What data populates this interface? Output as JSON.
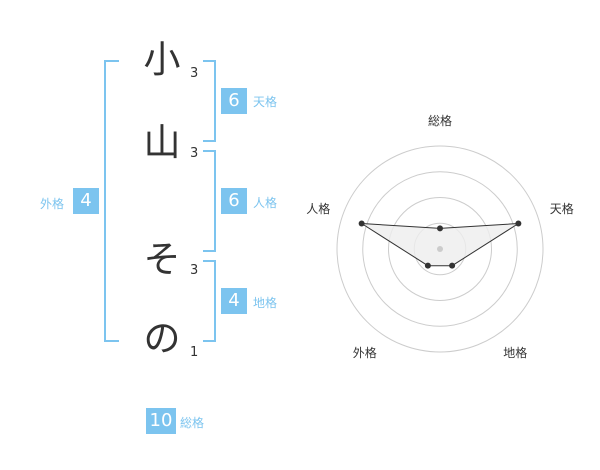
{
  "name": {
    "chars": [
      "小",
      "山",
      "そ",
      "の"
    ],
    "strokes": [
      "3",
      "3",
      "3",
      "1"
    ]
  },
  "fortunes": {
    "tenkaku": {
      "label": "天格",
      "value": "6"
    },
    "jinkaku": {
      "label": "人格",
      "value": "6"
    },
    "chikaku": {
      "label": "地格",
      "value": "4"
    },
    "gaikaku": {
      "label": "外格",
      "value": "4"
    },
    "soukaku": {
      "label": "総格",
      "value": "10"
    }
  },
  "chart_data": {
    "type": "radar",
    "axes": [
      "総格",
      "天格",
      "地格",
      "外格",
      "人格"
    ],
    "values": [
      1,
      4,
      1,
      1,
      4
    ],
    "rmax": 5,
    "rings": 4,
    "colors": {
      "accent": "#7cc4ef",
      "grid": "#cccccc",
      "fill": "#eeeeee",
      "line": "#333333",
      "center": "#cccccc"
    }
  }
}
